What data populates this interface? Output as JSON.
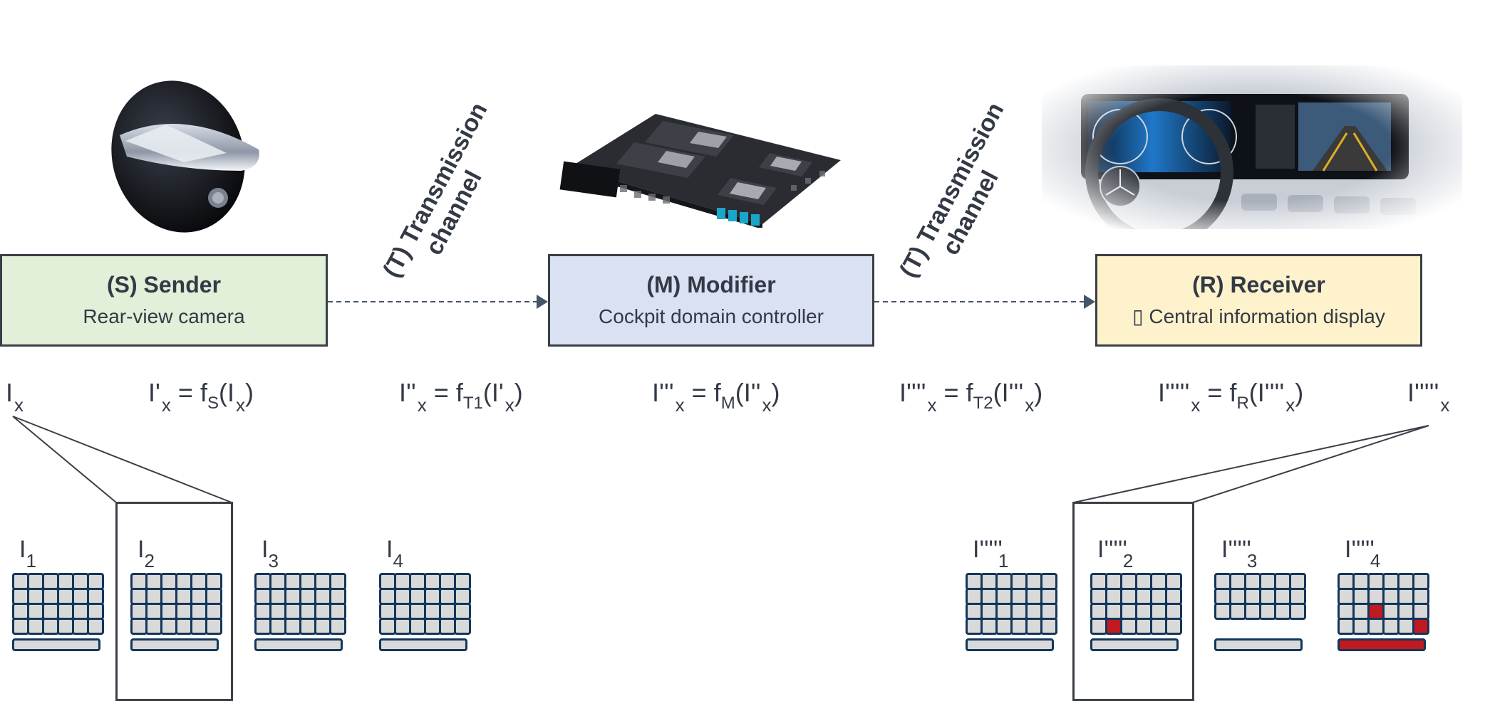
{
  "nodes": {
    "sender": {
      "title": "(S) Sender",
      "subtitle": "Rear-view camera",
      "color": "#e2efd9"
    },
    "modifier": {
      "title": "(M) Modifier",
      "subtitle": "Cockpit domain controller",
      "color": "#dae1f3"
    },
    "receiver": {
      "title": "(R) Receiver",
      "subtitle_glyph": "▯",
      "subtitle": "Central information display",
      "color": "#fdf2cc"
    }
  },
  "channels": [
    {
      "line1": "(T) Transmission",
      "line2": "channel"
    },
    {
      "line1": "(T) Transmission",
      "line2": "channel"
    }
  ],
  "images": {
    "sender": "rear-view-camera-photo",
    "modifier": "cockpit-domain-controller-board-photo",
    "receiver": "car-dashboard-central-display-photo"
  },
  "formulas": {
    "input": {
      "base": "I",
      "sub": "x"
    },
    "f1": {
      "lhs": "I'",
      "lhs_sub": "x",
      "eq": "=",
      "f": "f",
      "f_sub": "S",
      "arg": "I",
      "arg_sub": "x"
    },
    "f2": {
      "lhs": "I''",
      "lhs_sub": "x",
      "eq": "=",
      "f": "f",
      "f_sub": "T1",
      "arg": "I'",
      "arg_sub": "x"
    },
    "f3": {
      "lhs": "I'''",
      "lhs_sub": "x",
      "eq": "=",
      "f": "f",
      "f_sub": "M",
      "arg": "I''",
      "arg_sub": "x"
    },
    "f4": {
      "lhs": "I''''",
      "lhs_sub": "x",
      "eq": "=",
      "f": "f",
      "f_sub": "T2",
      "arg": "I'''",
      "arg_sub": "x"
    },
    "f5": {
      "lhs": "I'''''",
      "lhs_sub": "x",
      "eq": "=",
      "f": "f",
      "f_sub": "R",
      "arg": "I''''",
      "arg_sub": "x"
    },
    "output": {
      "base": "I'''''",
      "sub": "x"
    }
  },
  "input_frames": [
    {
      "base": "I",
      "index": "1",
      "rows": 4,
      "cols": 6,
      "red_cells": [],
      "bar_error": false
    },
    {
      "base": "I",
      "index": "2",
      "rows": 4,
      "cols": 6,
      "red_cells": [],
      "bar_error": false,
      "highlighted": true
    },
    {
      "base": "I",
      "index": "3",
      "rows": 4,
      "cols": 6,
      "red_cells": [],
      "bar_error": false
    },
    {
      "base": "I",
      "index": "4",
      "rows": 4,
      "cols": 6,
      "red_cells": [],
      "bar_error": false
    }
  ],
  "output_frames": [
    {
      "base": "I'''''",
      "index": "1",
      "rows": 4,
      "cols": 6,
      "red_cells": [],
      "bar_error": false
    },
    {
      "base": "I'''''",
      "index": "2",
      "rows": 4,
      "cols": 6,
      "red_cells": [
        [
          4,
          2
        ]
      ],
      "bar_error": false,
      "highlighted": true
    },
    {
      "base": "I'''''",
      "index": "3",
      "rows": 3,
      "cols": 6,
      "red_cells": [],
      "bar_error": false
    },
    {
      "base": "I'''''",
      "index": "4",
      "rows": 4,
      "cols": 6,
      "red_cells": [
        [
          3,
          3
        ],
        [
          4,
          6
        ]
      ],
      "bar_error": true
    }
  ],
  "colors": {
    "cell_fill": "#d9d9d9",
    "cell_border": "#14365a",
    "error": "#c0191f",
    "line": "#3a3f47",
    "arrow": "#44546a"
  }
}
